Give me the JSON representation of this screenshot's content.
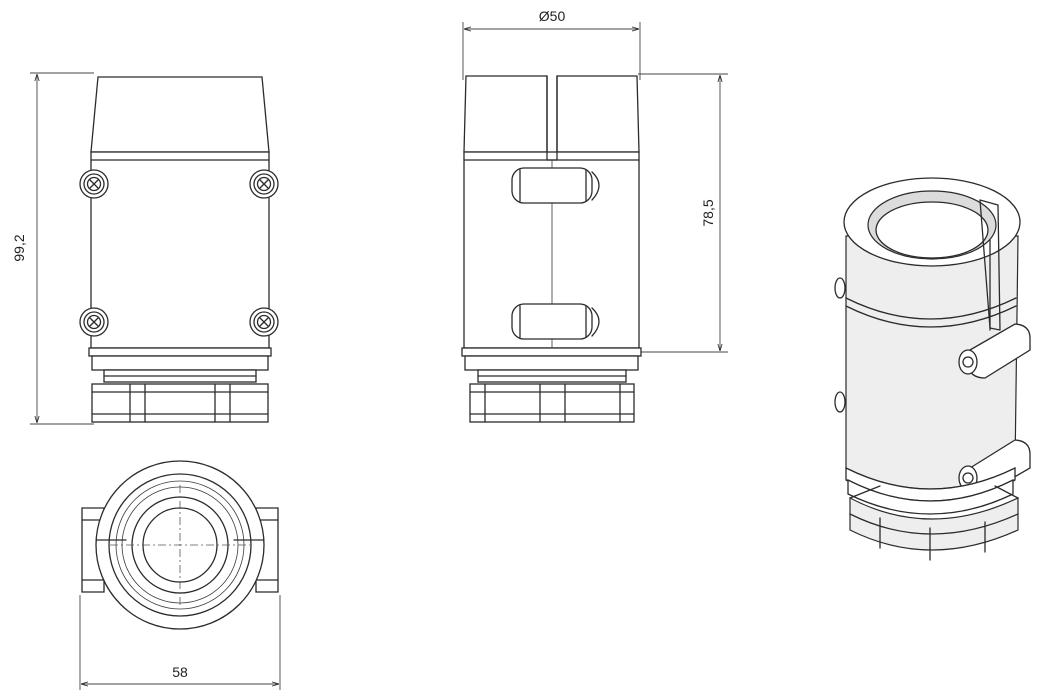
{
  "dimensions": {
    "height_overall": "99,2",
    "diameter": "Ø50",
    "height_body": "78,5",
    "width_bottom": "58"
  },
  "views": [
    "front-view",
    "side-view",
    "top-view",
    "isometric-view"
  ]
}
